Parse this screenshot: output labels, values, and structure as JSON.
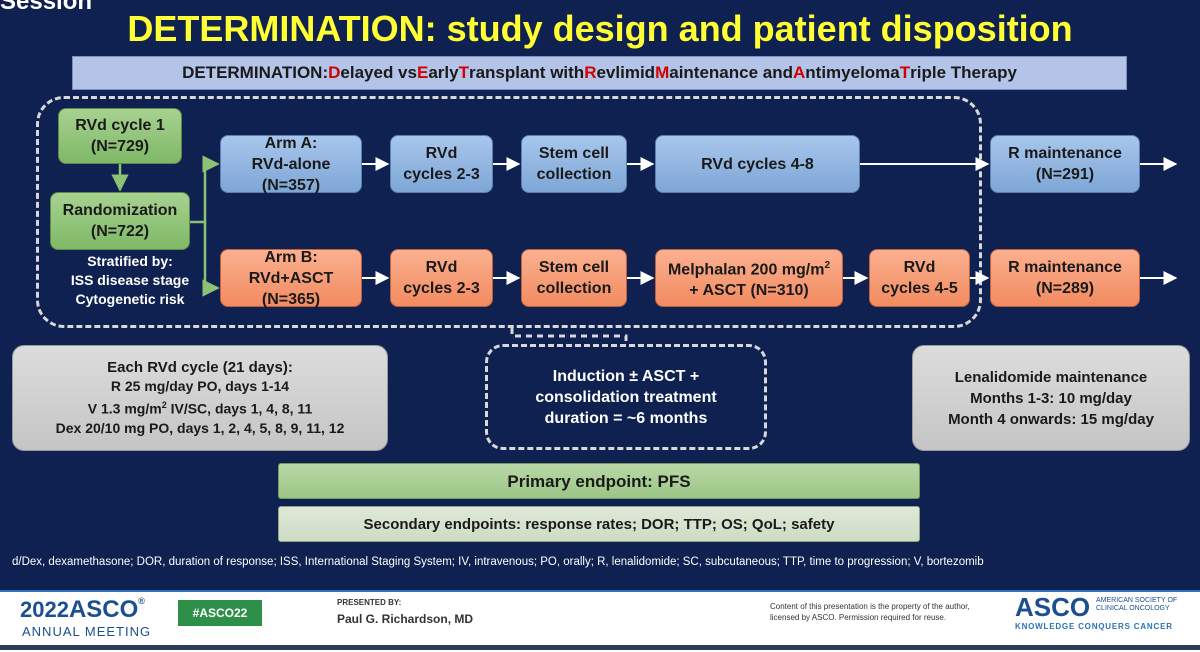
{
  "slide": {
    "top_cut_text": "Session",
    "title": "DETERMINATION: study design and patient disposition",
    "subtitle": {
      "parts": [
        {
          "text": "DETERMINATION: ",
          "red": false
        },
        {
          "text": "D",
          "red": true
        },
        {
          "text": "elayed vs ",
          "red": false
        },
        {
          "text": "E",
          "red": true
        },
        {
          "text": "arly ",
          "red": false
        },
        {
          "text": "T",
          "red": true
        },
        {
          "text": "ransplant with ",
          "red": false
        },
        {
          "text": "R",
          "red": true
        },
        {
          "text": "evlimid ",
          "red": false
        },
        {
          "text": "M",
          "red": true
        },
        {
          "text": "aintenance and ",
          "red": false
        },
        {
          "text": "A",
          "red": true
        },
        {
          "text": "ntimyeloma ",
          "red": false
        },
        {
          "text": "T",
          "red": true
        },
        {
          "text": "riple Therapy",
          "red": false
        }
      ]
    }
  },
  "flow": {
    "rvd1": {
      "line1": "RVd cycle 1",
      "line2": "(N=729)"
    },
    "random": {
      "line1": "Randomization",
      "line2": "(N=722)"
    },
    "stratified": {
      "line1": "Stratified by:",
      "line2": "ISS disease stage",
      "line3": "Cytogenetic risk"
    },
    "arm_a": {
      "label": {
        "line1": "Arm A:",
        "line2": "RVd-alone",
        "line3": "(N=357)"
      },
      "rvd": {
        "line1": "RVd",
        "line2": "cycles 2-3"
      },
      "stem": {
        "line1": "Stem cell",
        "line2": "collection"
      },
      "rvd48": {
        "line1": "RVd cycles 4-8"
      },
      "maint": {
        "line1": "R maintenance",
        "line2": "(N=291)"
      }
    },
    "arm_b": {
      "label": {
        "line1": "Arm B:",
        "line2": "RVd+ASCT",
        "line3": "(N=365)"
      },
      "rvd": {
        "line1": "RVd",
        "line2": "cycles 2-3"
      },
      "stem": {
        "line1": "Stem cell",
        "line2": "collection"
      },
      "mel": {
        "line1": "Melphalan 200 mg/m",
        "sup": "2",
        "line2": "+ ASCT (N=310)"
      },
      "rvd45": {
        "line1": "RVd",
        "line2": "cycles 4-5"
      },
      "maint": {
        "line1": "R maintenance",
        "line2": "(N=289)"
      }
    }
  },
  "rvd_cycle_box": {
    "title": "Each RVd cycle (21 days):",
    "line1": "R 25 mg/day PO, days 1-14",
    "line2_pre": "V 1.3 mg/m",
    "line2_sup": "2",
    "line2_post": " IV/SC, days 1, 4, 8, 11",
    "line3": "Dex 20/10 mg PO, days 1, 2, 4, 5, 8, 9, 11, 12"
  },
  "induction_box": {
    "line1": "Induction ± ASCT +",
    "line2": "consolidation treatment",
    "line3": "duration = ~6 months"
  },
  "len_box": {
    "line1": "Lenalidomide maintenance",
    "line2": "Months 1-3: 10 mg/day",
    "line3": "Month 4 onwards: 15 mg/day"
  },
  "endpoints": {
    "primary": "Primary endpoint: PFS",
    "secondary": "Secondary endpoints: response rates; DOR; TTP; OS; QoL; safety"
  },
  "footnote": "d/Dex, dexamethasone; DOR, duration of response; ISS, International Staging System; IV, intravenous; PO, orally; R, lenalidomide; SC, subcutaneous; TTP, time to progression; V, bortezomib",
  "footer": {
    "year": "2022",
    "asco": "ASCO",
    "annual_meeting": "ANNUAL MEETING",
    "hashtag": "#ASCO22",
    "presented_by": "PRESENTED BY:",
    "presenter": "Paul G. Richardson, MD",
    "content_note": "Content of this presentation is the property of the author, licensed by ASCO. Permission required for reuse.",
    "logo": "ASCO",
    "society": "AMERICAN SOCIETY OF CLINICAL ONCOLOGY",
    "tagline": "KNOWLEDGE CONQUERS CANCER"
  },
  "colors": {
    "background": "#0e2150",
    "title": "#ffff33",
    "green": "#8cc274",
    "blue": "#8fb3e0",
    "orange": "#f59a72",
    "accent_red": "#d40000"
  }
}
